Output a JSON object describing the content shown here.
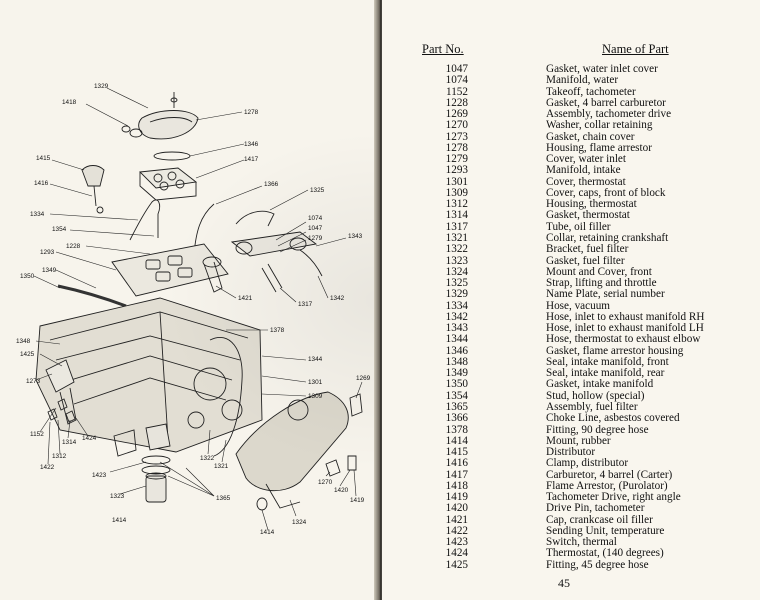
{
  "left_page": {
    "callouts": [
      {
        "label": "1329"
      },
      {
        "label": "1418"
      },
      {
        "label": "1278"
      },
      {
        "label": "1346"
      },
      {
        "label": "1417"
      },
      {
        "label": "1415"
      },
      {
        "label": "1416"
      },
      {
        "label": "1366"
      },
      {
        "label": "1325"
      },
      {
        "label": "1334"
      },
      {
        "label": "1354"
      },
      {
        "label": "1228"
      },
      {
        "label": "1293"
      },
      {
        "label": "1074"
      },
      {
        "label": "1047"
      },
      {
        "label": "1279"
      },
      {
        "label": "1343"
      },
      {
        "label": "1350"
      },
      {
        "label": "1349"
      },
      {
        "label": "1421"
      },
      {
        "label": "1317"
      },
      {
        "label": "1342"
      },
      {
        "label": "1378"
      },
      {
        "label": "1348"
      },
      {
        "label": "1425"
      },
      {
        "label": "1344"
      },
      {
        "label": "1273"
      },
      {
        "label": "1301"
      },
      {
        "label": "1309"
      },
      {
        "label": "1269"
      },
      {
        "label": "1152"
      },
      {
        "label": "1314"
      },
      {
        "label": "1424"
      },
      {
        "label": "1312"
      },
      {
        "label": "1422"
      },
      {
        "label": "1423"
      },
      {
        "label": "1322"
      },
      {
        "label": "1321"
      },
      {
        "label": "1270"
      },
      {
        "label": "1420"
      },
      {
        "label": "1419"
      },
      {
        "label": "1414"
      },
      {
        "label": "1323"
      },
      {
        "label": "1365"
      },
      {
        "label": "1414"
      },
      {
        "label": "1324"
      }
    ]
  },
  "right_page": {
    "header_part_no": "Part No.",
    "header_name": "Name of Part",
    "page_number": "45",
    "parts": [
      {
        "no": "1047",
        "name": "Gasket, water inlet cover"
      },
      {
        "no": "1074",
        "name": "Manifold, water"
      },
      {
        "no": "1152",
        "name": "Takeoff, tachometer"
      },
      {
        "no": "1228",
        "name": "Gasket, 4 barrel carburetor"
      },
      {
        "no": "1269",
        "name": "Assembly, tachometer drive"
      },
      {
        "no": "1270",
        "name": "Washer, collar retaining"
      },
      {
        "no": "1273",
        "name": "Gasket, chain cover"
      },
      {
        "no": "1278",
        "name": "Housing, flame arrestor"
      },
      {
        "no": "1279",
        "name": "Cover, water inlet"
      },
      {
        "no": "1293",
        "name": "Manifold, intake"
      },
      {
        "no": "1301",
        "name": "Cover, thermostat"
      },
      {
        "no": "1309",
        "name": "Cover, caps, front of block"
      },
      {
        "no": "1312",
        "name": "Housing, thermostat"
      },
      {
        "no": "1314",
        "name": "Gasket, thermostat"
      },
      {
        "no": "1317",
        "name": "Tube, oil filler"
      },
      {
        "no": "1321",
        "name": "Collar, retaining crankshaft"
      },
      {
        "no": "1322",
        "name": "Bracket, fuel filter"
      },
      {
        "no": "1323",
        "name": "Gasket, fuel filter"
      },
      {
        "no": "1324",
        "name": "Mount and Cover, front"
      },
      {
        "no": "1325",
        "name": "Strap, lifting and throttle"
      },
      {
        "no": "1329",
        "name": "Name Plate, serial number"
      },
      {
        "no": "1334",
        "name": "Hose, vacuum"
      },
      {
        "no": "1342",
        "name": "Hose, inlet to exhaust manifold RH"
      },
      {
        "no": "1343",
        "name": "Hose, inlet to exhaust manifold LH"
      },
      {
        "no": "1344",
        "name": "Hose, thermostat to exhaust elbow"
      },
      {
        "no": "1346",
        "name": "Gasket, flame arrestor housing"
      },
      {
        "no": "1348",
        "name": "Seal, intake manifold, front"
      },
      {
        "no": "1349",
        "name": "Seal, intake manifold, rear"
      },
      {
        "no": "1350",
        "name": "Gasket, intake manifold"
      },
      {
        "no": "1354",
        "name": "Stud, hollow (special)"
      },
      {
        "no": "1365",
        "name": "Assembly, fuel filter"
      },
      {
        "no": "1366",
        "name": "Choke Line, asbestos covered"
      },
      {
        "no": "1378",
        "name": "Fitting, 90 degree hose"
      },
      {
        "no": "1414",
        "name": "Mount, rubber"
      },
      {
        "no": "1415",
        "name": "Distributor"
      },
      {
        "no": "1416",
        "name": "Clamp, distributor"
      },
      {
        "no": "1417",
        "name": "Carburetor, 4 barrel (Carter)"
      },
      {
        "no": "1418",
        "name": "Flame Arrestor, (Purolator)"
      },
      {
        "no": "1419",
        "name": "Tachometer Drive, right angle"
      },
      {
        "no": "1420",
        "name": "Drive Pin, tachometer"
      },
      {
        "no": "1421",
        "name": "Cap, crankcase oil filler"
      },
      {
        "no": "1422",
        "name": "Sending Unit, temperature"
      },
      {
        "no": "1423",
        "name": "Switch, thermal"
      },
      {
        "no": "1424",
        "name": "Thermostat, (140 degrees)"
      },
      {
        "no": "1425",
        "name": "Fitting, 45 degree hose"
      }
    ]
  }
}
